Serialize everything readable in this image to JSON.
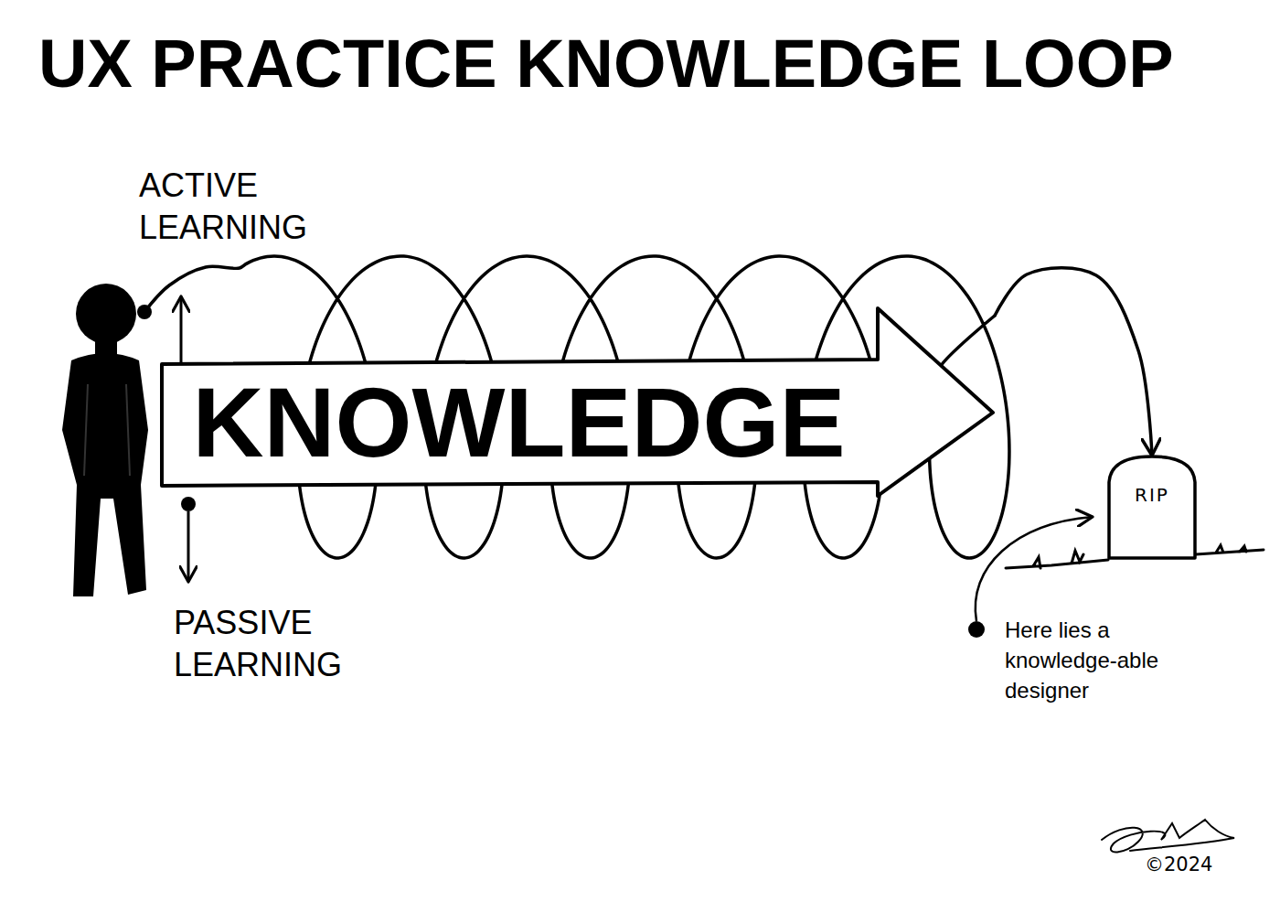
{
  "diagram": {
    "title": "UX PRACTICE KNOWLEDGE LOOP",
    "nodes": [
      {
        "text": [
          "KNOWLEDGE"
        ]
      },
      {
        "text": [
          "RIP"
        ]
      }
    ],
    "edges": [
      {
        "from": 0,
        "to": 1,
        "arrow": "to"
      }
    ],
    "labels": [
      "ACTIVE LEARNING",
      "PASSIVE LEARNING",
      "Here lies a knowledge-able designer",
      "©2024"
    ]
  }
}
